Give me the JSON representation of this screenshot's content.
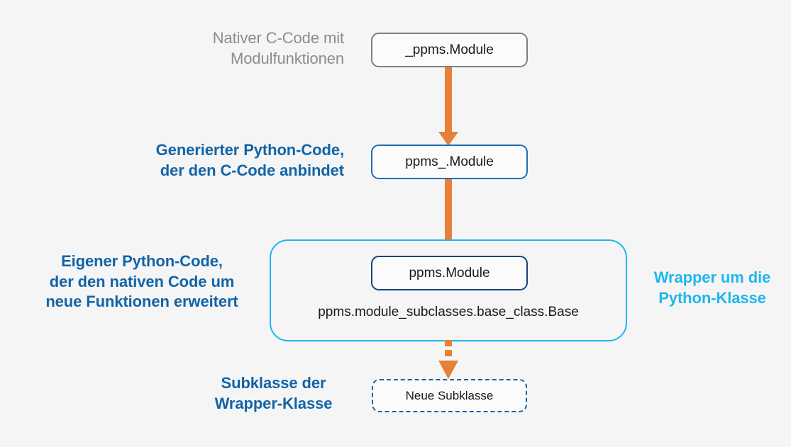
{
  "diagram": {
    "title": "Python Wrapper Architecture",
    "background_color": "#f5f5f5",
    "colors": {
      "grey": "#8c8c8c",
      "blue": "#1264a8",
      "dark_blue": "#14457b",
      "cyan": "#1fb6ef",
      "orange": "#e8803a"
    }
  },
  "labels": {
    "native": "Nativer C-Code mit\nModulfunktionen",
    "generated": "Generierter Python-Code,\nder den C-Code anbindet",
    "own": "Eigener Python-Code,\nder den nativen Code um\nneue Funktionen erweitert",
    "wrapper": "Wrapper um die\nPython-Klasse",
    "subclass": "Subklasse der\nWrapper-Klasse"
  },
  "nodes": {
    "native": "_ppms.Module",
    "generated": "ppms_.Module",
    "ppms": "ppms.Module",
    "base_class": "ppms.module_subclasses.base_class.Base",
    "subclass": "Neue Subklasse"
  },
  "arrows": [
    {
      "name": "native-to-generated",
      "style": "solid",
      "color": "#e8803a"
    },
    {
      "name": "generated-to-ppms",
      "style": "solid",
      "color": "#e8803a"
    },
    {
      "name": "wrapper-to-subclass",
      "style": "dashed",
      "color": "#e8803a"
    }
  ]
}
